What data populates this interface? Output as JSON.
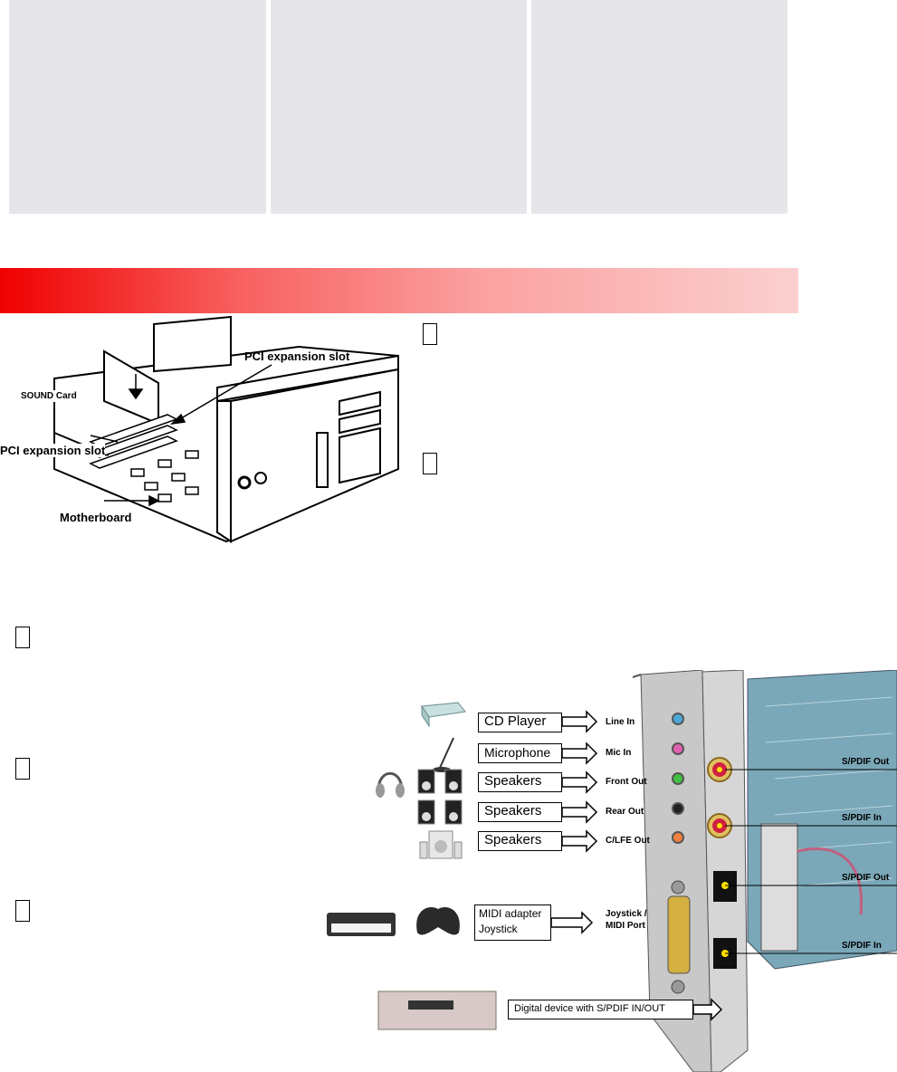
{
  "colors": {
    "panel_grey": "#e6e6ea",
    "band_start": "#f00000",
    "band_end": "#fbd0d0"
  },
  "pc_diagram": {
    "labels": {
      "pci_top": "PCI expansion slot",
      "sound_card": "SOUND Card",
      "pci_left": "PCI expansion slot",
      "motherboard": "Motherboard"
    }
  },
  "port_diagram": {
    "device_boxes": [
      {
        "label": "CD Player"
      },
      {
        "label": "Microphone"
      },
      {
        "label": "Speakers"
      },
      {
        "label": "Speakers"
      },
      {
        "label": "Speakers"
      },
      {
        "label": "MIDI adapter Joystick"
      },
      {
        "label": "Digital device with S/PDIF IN/OUT"
      }
    ],
    "port_labels": [
      "Line In",
      "Mic In",
      "Front Out",
      "Rear Out",
      "C/LFE Out",
      "Joystick / MIDI Port"
    ],
    "right_labels": [
      "S/PDIF Out",
      "S/PDIF In",
      "S/PDIF Out",
      "S/PDIF In"
    ],
    "jack_colors": [
      "#4aa8d8",
      "#e060b0",
      "#40c040",
      "#202020",
      "#f08040"
    ],
    "icons": [
      "cd-drive-icon",
      "microphone-icon",
      "headphones-icon",
      "speaker-pair-icon",
      "speaker-pair-icon",
      "subwoofer-icon",
      "keyboard-icon",
      "gamepad-icon",
      "dvd-player-icon"
    ]
  }
}
